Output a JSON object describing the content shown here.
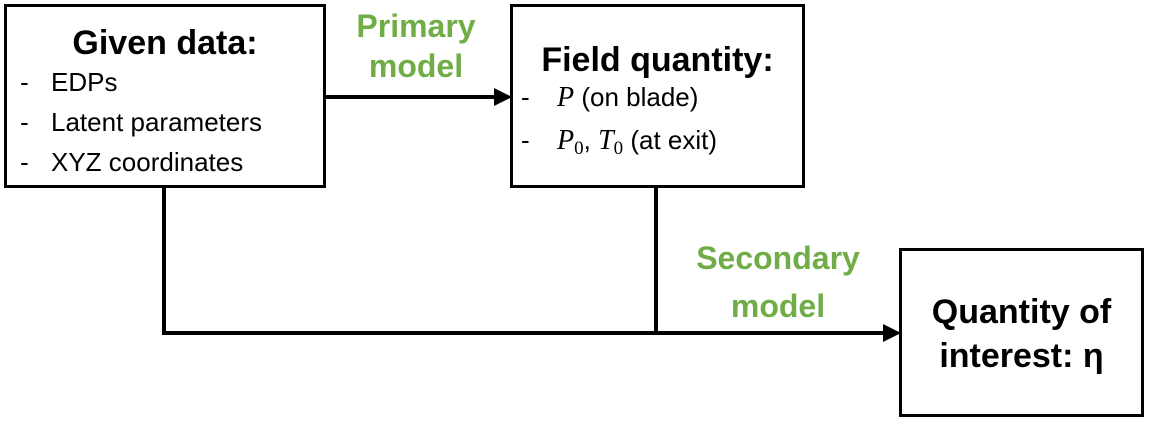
{
  "colors": {
    "line": "#000000",
    "edge_label": "#70ad47"
  },
  "given": {
    "title": "Given data:",
    "items": [
      "EDPs",
      "Latent parameters",
      "XYZ coordinates"
    ]
  },
  "field": {
    "title": "Field quantity:",
    "item1": {
      "symbol": "P",
      "text": " (on blade)"
    },
    "item2": {
      "symbol1": "P",
      "sub1": "0",
      "sep": ", ",
      "symbol2": "T",
      "sub2": "0",
      "text": " (at exit)"
    }
  },
  "qoi": {
    "line1": "Quantity of",
    "line2": "interest: η"
  },
  "primary_model": {
    "line1": "Primary",
    "line2": "model"
  },
  "secondary_model": {
    "line1": "Secondary",
    "line2": "model"
  },
  "bullet_marker": "-"
}
